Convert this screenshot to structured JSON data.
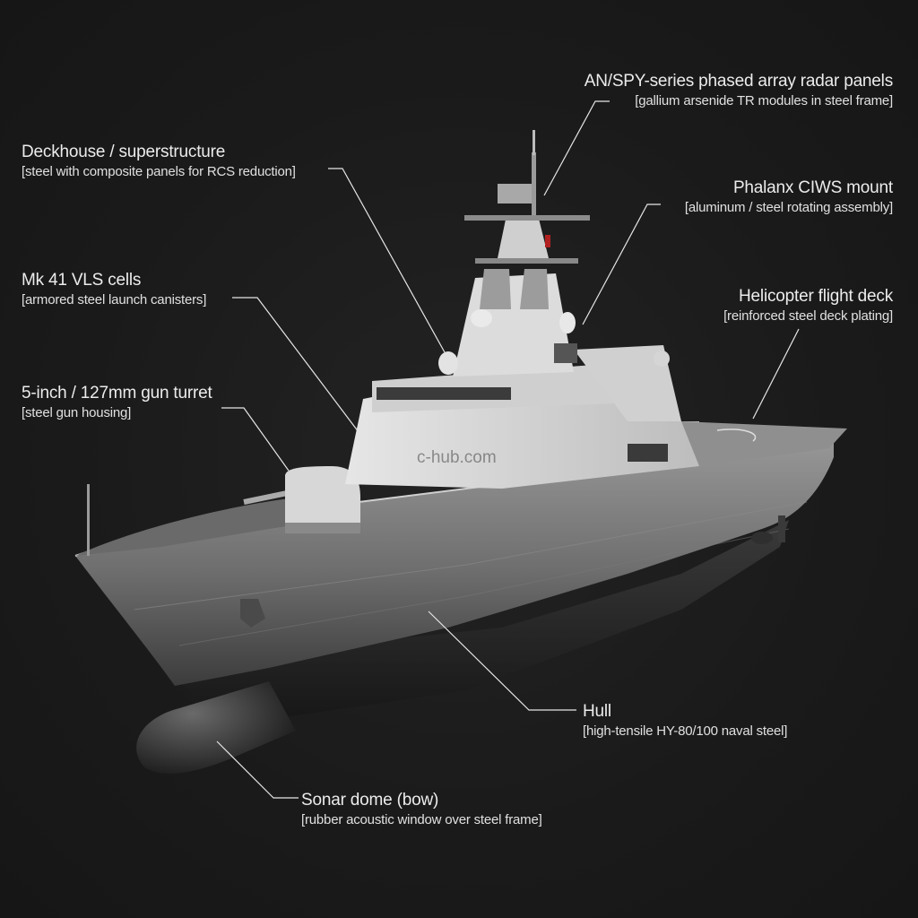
{
  "figure": {
    "type": "annotated material diagram",
    "subject": "naval frigate / destroyer 3D render",
    "background_color": "#1b1b1b",
    "text_color": "#ececec",
    "leader_line_color": "#e6e6e6"
  },
  "watermark": "c-hub.com",
  "callouts": [
    {
      "id": "radar",
      "title": "AN/SPY-series phased array radar panels",
      "material": "[gallium arsenide TR modules in steel frame]"
    },
    {
      "id": "deckhouse",
      "title": "Deckhouse / superstructure",
      "material": "[steel with composite panels for RCS reduction]"
    },
    {
      "id": "ciws",
      "title": "Phalanx CIWS mount",
      "material": "[aluminum / steel rotating assembly]"
    },
    {
      "id": "vls",
      "title": "Mk 41 VLS cells",
      "material": "[armored steel launch canisters]"
    },
    {
      "id": "flight_deck",
      "title": "Helicopter flight deck",
      "material": "[reinforced steel deck plating]"
    },
    {
      "id": "gun",
      "title": "5-inch / 127mm gun turret",
      "material": "[steel gun housing]"
    },
    {
      "id": "hull",
      "title": "Hull",
      "material": "[high-tensile HY-80/100 naval steel]"
    },
    {
      "id": "sonar",
      "title": "Sonar dome (bow)",
      "material": "[rubber acoustic window over steel frame]"
    }
  ]
}
